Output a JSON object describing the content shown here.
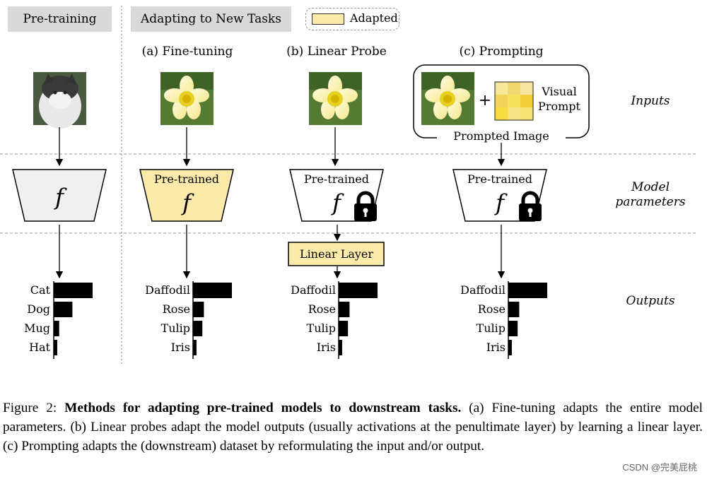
{
  "headers": {
    "pretraining": "Pre-training",
    "adapting": "Adapting to New Tasks",
    "legend_adapted": "Adapted"
  },
  "columns": {
    "finetuning": "(a) Fine-tuning",
    "linear_probe": "(b) Linear Probe",
    "prompting": "(c) Prompting"
  },
  "row_labels": {
    "inputs": "Inputs",
    "model_params_1": "Model",
    "model_params_2": "parameters",
    "outputs": "Outputs"
  },
  "model": {
    "pretrained_label": "Pre-trained",
    "f_symbol": "f",
    "linear_layer": "Linear Layer"
  },
  "prompt": {
    "plus": "+",
    "visual_prompt_1": "Visual",
    "visual_prompt_2": "Prompt",
    "prompted_image": "Prompted Image"
  },
  "outputs": {
    "pretraining": {
      "labels": [
        "Cat",
        "Dog",
        "Mug",
        "Hat"
      ],
      "values": [
        1.0,
        0.48,
        0.14,
        0.09
      ]
    },
    "task": {
      "labels": [
        "Daffodil",
        "Rose",
        "Tulip",
        "Iris"
      ],
      "values": [
        1.0,
        0.28,
        0.24,
        0.09
      ]
    }
  },
  "caption": {
    "prefix": "Figure 2: ",
    "bold": "Methods for adapting pre-trained models to downstream tasks.",
    "rest": " (a) Fine-tuning adapts the entire model parameters. (b) Linear probes adapt the model outputs (usually activations at the penultimate layer) by learning a linear layer.  (c) Prompting adapts the (downstream) dataset by reformulating the input and/or output."
  },
  "watermark": "CSDN @完美屁桃",
  "colors": {
    "adapted": "#fbeaaa",
    "linear_layer": "#fbeaaa",
    "frozen_model": "#ffffff",
    "pretrain_model": "#f0f0f0",
    "header_bg": "#d9d9d9",
    "bar": "#000000"
  }
}
